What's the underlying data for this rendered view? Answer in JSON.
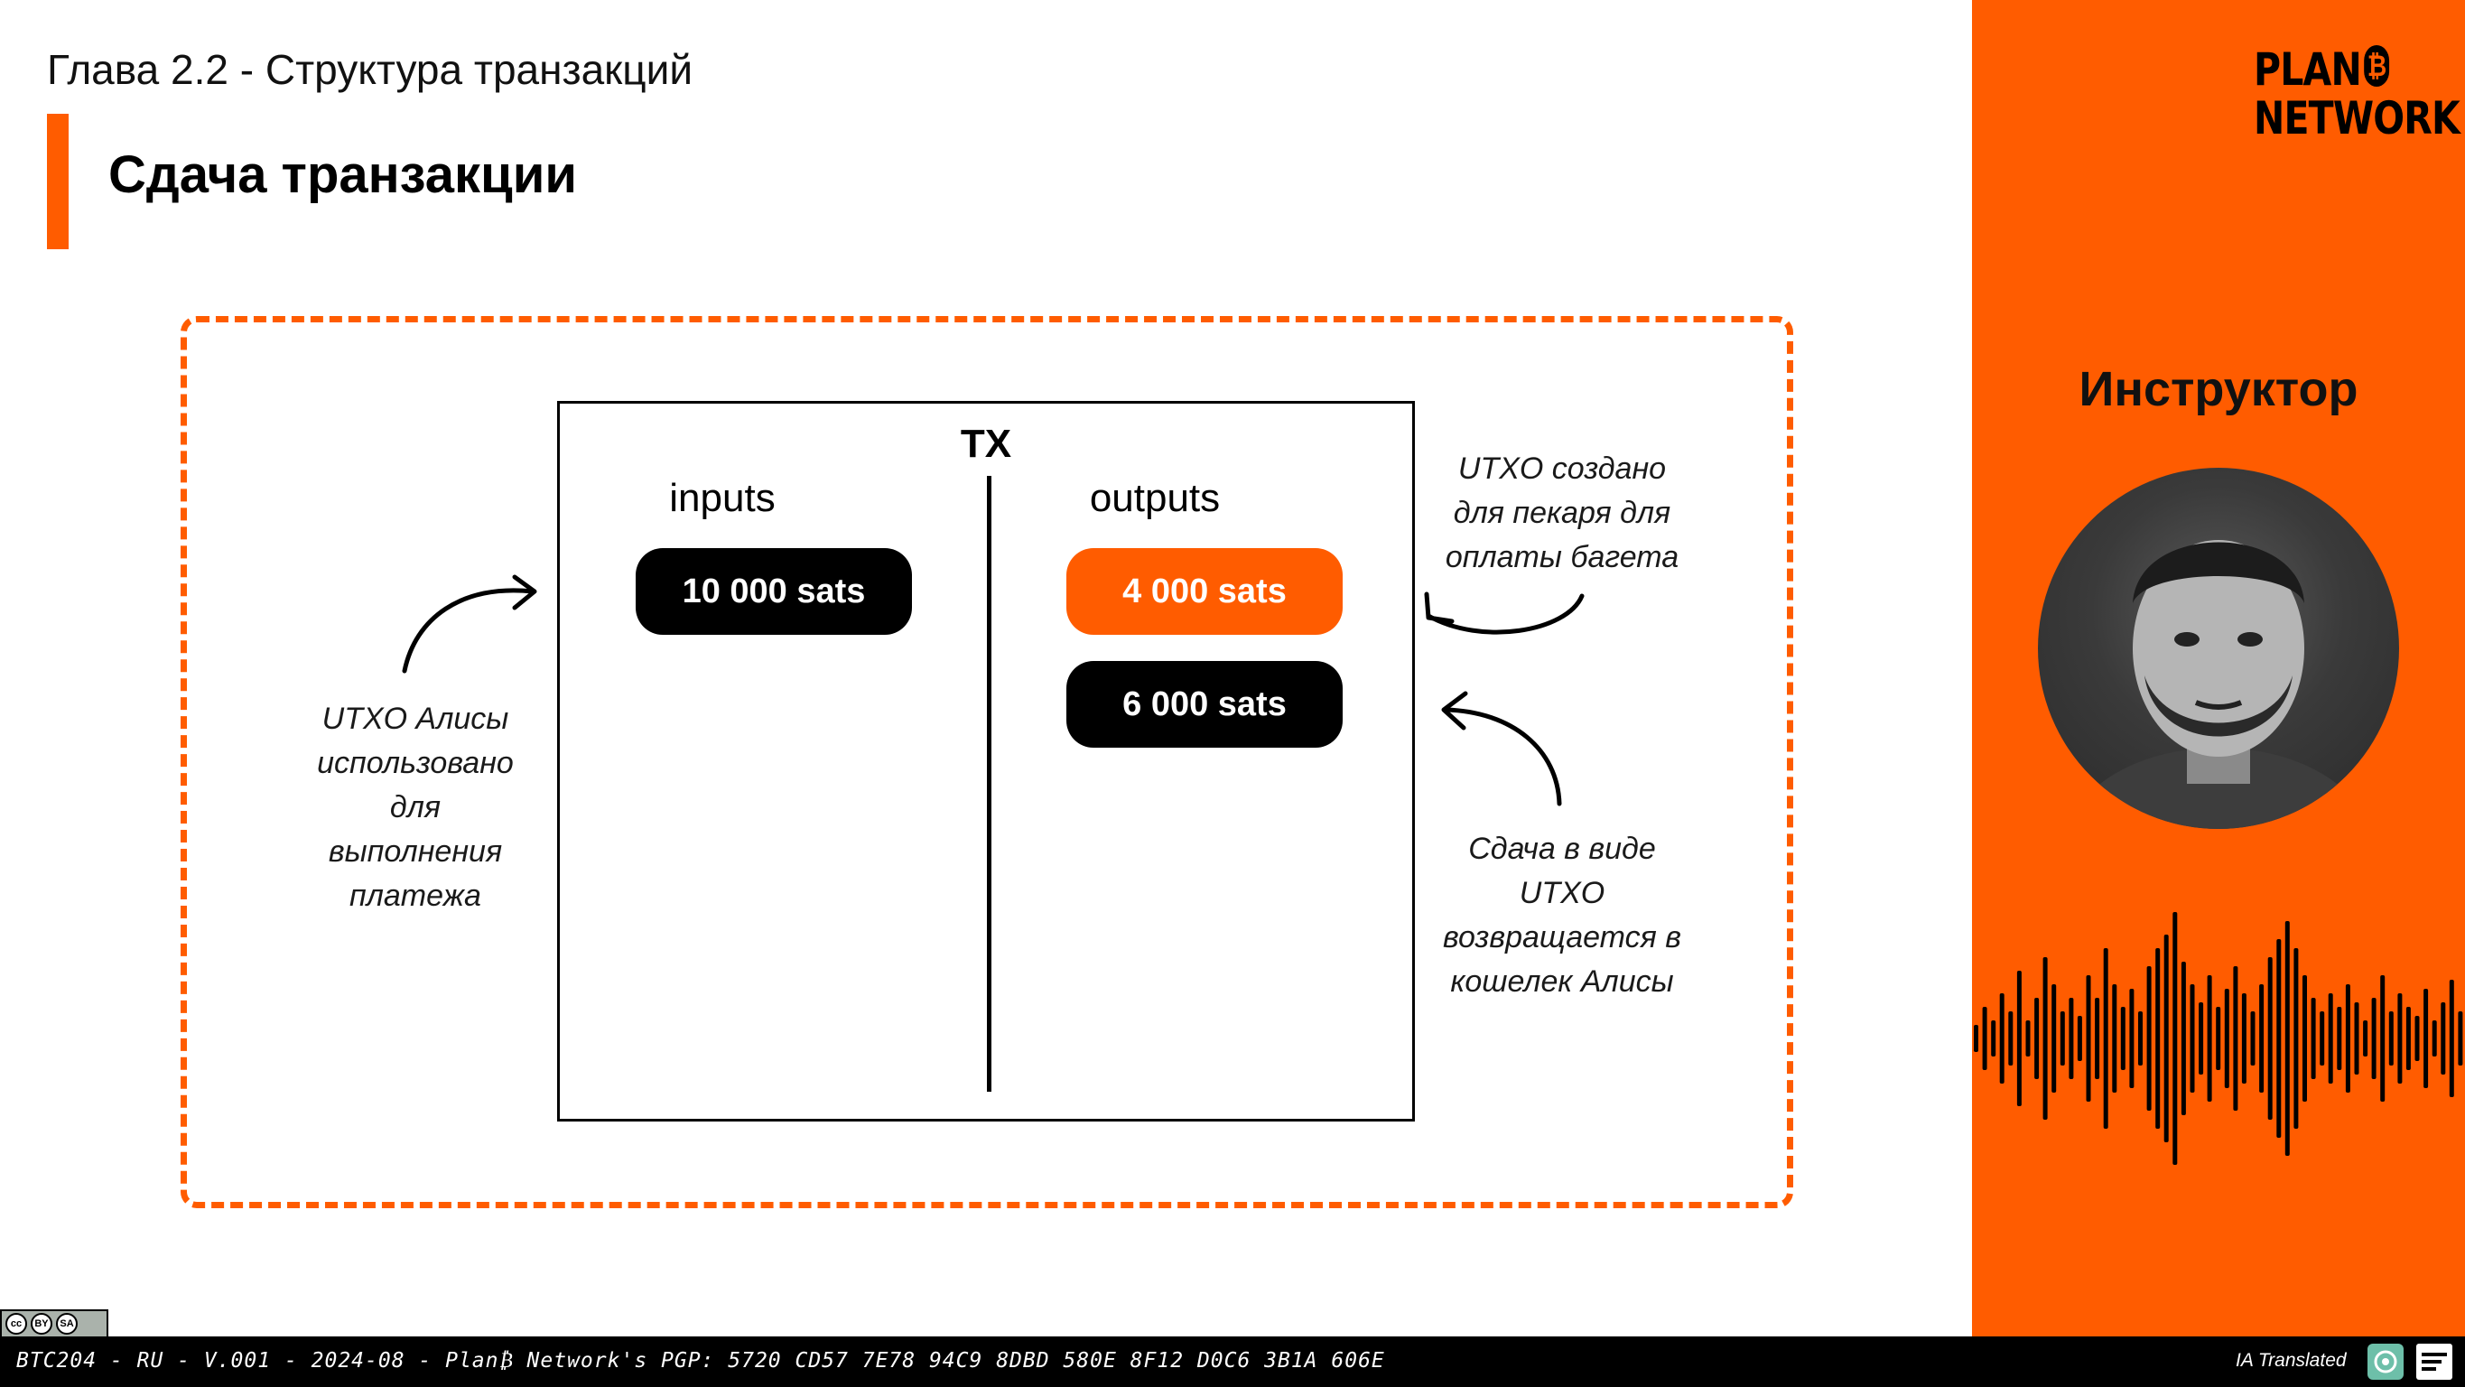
{
  "header": {
    "chapter_title": "Глава 2.2 - Структура транзакций",
    "section_title": "Сдача транзакции"
  },
  "diagram": {
    "tx_label": "TX",
    "inputs_label": "inputs",
    "outputs_label": "outputs",
    "input_pills": [
      {
        "label": "10 000 sats",
        "color": "#000000"
      }
    ],
    "output_pills": [
      {
        "label": "4 000 sats",
        "color": "#FF5C00"
      },
      {
        "label": "6 000 sats",
        "color": "#000000"
      }
    ],
    "notes": {
      "alice_input": [
        "UTXO Алисы",
        "использовано",
        "для",
        "выполнения",
        "платежа"
      ],
      "baker_output": [
        "UTXO создано",
        "для пекаря для",
        "оплаты багета"
      ],
      "change_output": [
        "Сдача в виде",
        "UTXO",
        "возвращается в",
        "кошелек Алисы"
      ]
    }
  },
  "sidebar": {
    "logo_line1": "PLAN",
    "logo_mark": "₿",
    "logo_line2": "NETWORK",
    "instructor_label": "Инструктор"
  },
  "footer": {
    "version_text": "BTC204 - RU - V.001 - 2024-08 - Plan₿ Network's PGP: 5720 CD57 7E78 94C9 8DBD 580E 8F12 D0C6 3B1A 606E",
    "ia_label": "IA Translated",
    "license_badge": [
      "cc",
      "BY",
      "SA"
    ]
  },
  "colors": {
    "accent": "#FF5C00",
    "text": "#000000",
    "background": "#FFFFFF"
  }
}
